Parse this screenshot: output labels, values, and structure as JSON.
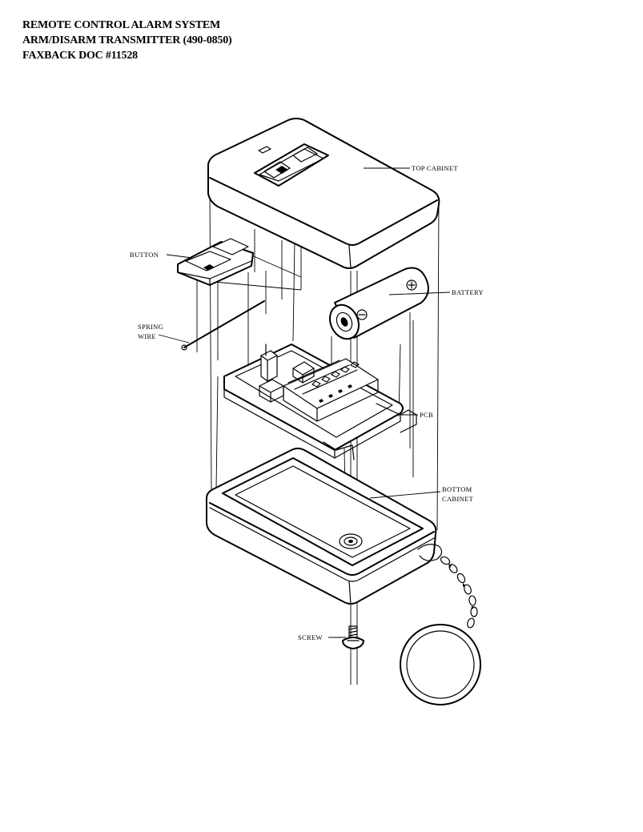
{
  "header": {
    "line1": "REMOTE CONTROL ALARM SYSTEM",
    "line2": "ARM/DISARM TRANSMITTER  (490-0850)",
    "line3": "FAXBACK DOC #11528"
  },
  "labels": {
    "top_cabinet": "TOP CABINET",
    "button": "BUTTON",
    "battery": "BATTERY",
    "spring_line1": "SPRING",
    "spring_line2": "WIRE",
    "pcb": "PCB",
    "bottom_line1": "BOTTOM",
    "bottom_line2": "CABINET",
    "screw": "SCREW"
  }
}
